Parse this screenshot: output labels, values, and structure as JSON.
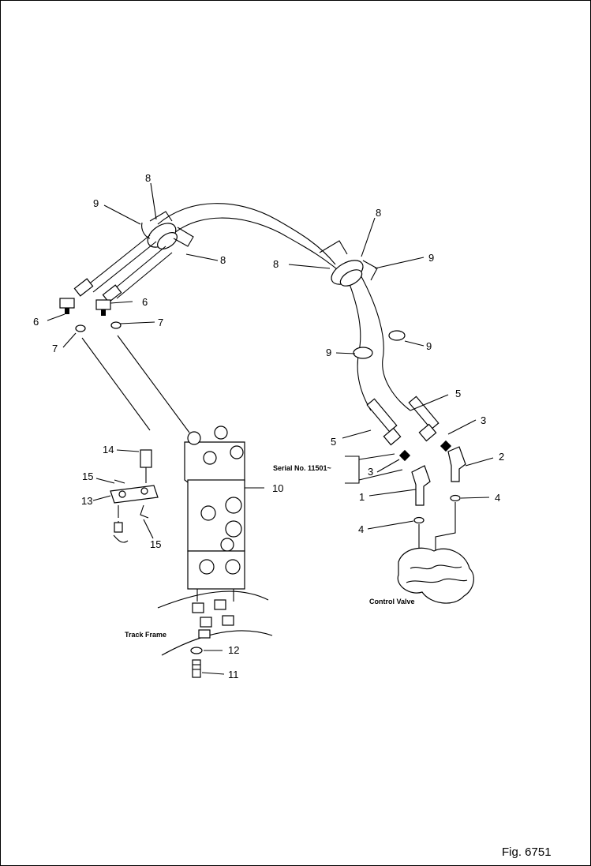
{
  "figure": {
    "label": "Fig. 6751"
  },
  "captions": {
    "serial": "Serial No. 11501~",
    "control_valve": "Control Valve",
    "track_frame": "Track Frame"
  },
  "callouts": [
    {
      "id": "c8a",
      "text": "8"
    },
    {
      "id": "c9a",
      "text": "9"
    },
    {
      "id": "c8b",
      "text": "8"
    },
    {
      "id": "c6a",
      "text": "6"
    },
    {
      "id": "c6b",
      "text": "6"
    },
    {
      "id": "c7a",
      "text": "7"
    },
    {
      "id": "c7b",
      "text": "7"
    },
    {
      "id": "c8c",
      "text": "8"
    },
    {
      "id": "c8d",
      "text": "8"
    },
    {
      "id": "c9b",
      "text": "9"
    },
    {
      "id": "c9c",
      "text": "9"
    },
    {
      "id": "c9d",
      "text": "9"
    },
    {
      "id": "c5a",
      "text": "5"
    },
    {
      "id": "c5b",
      "text": "5"
    },
    {
      "id": "c3a",
      "text": "3"
    },
    {
      "id": "c3b",
      "text": "3"
    },
    {
      "id": "c2",
      "text": "2"
    },
    {
      "id": "c1",
      "text": "1"
    },
    {
      "id": "c4a",
      "text": "4"
    },
    {
      "id": "c4b",
      "text": "4"
    },
    {
      "id": "c14",
      "text": "14"
    },
    {
      "id": "c15a",
      "text": "15"
    },
    {
      "id": "c13",
      "text": "13"
    },
    {
      "id": "c15b",
      "text": "15"
    },
    {
      "id": "c10",
      "text": "10"
    },
    {
      "id": "c12",
      "text": "12"
    },
    {
      "id": "c11",
      "text": "11"
    }
  ]
}
